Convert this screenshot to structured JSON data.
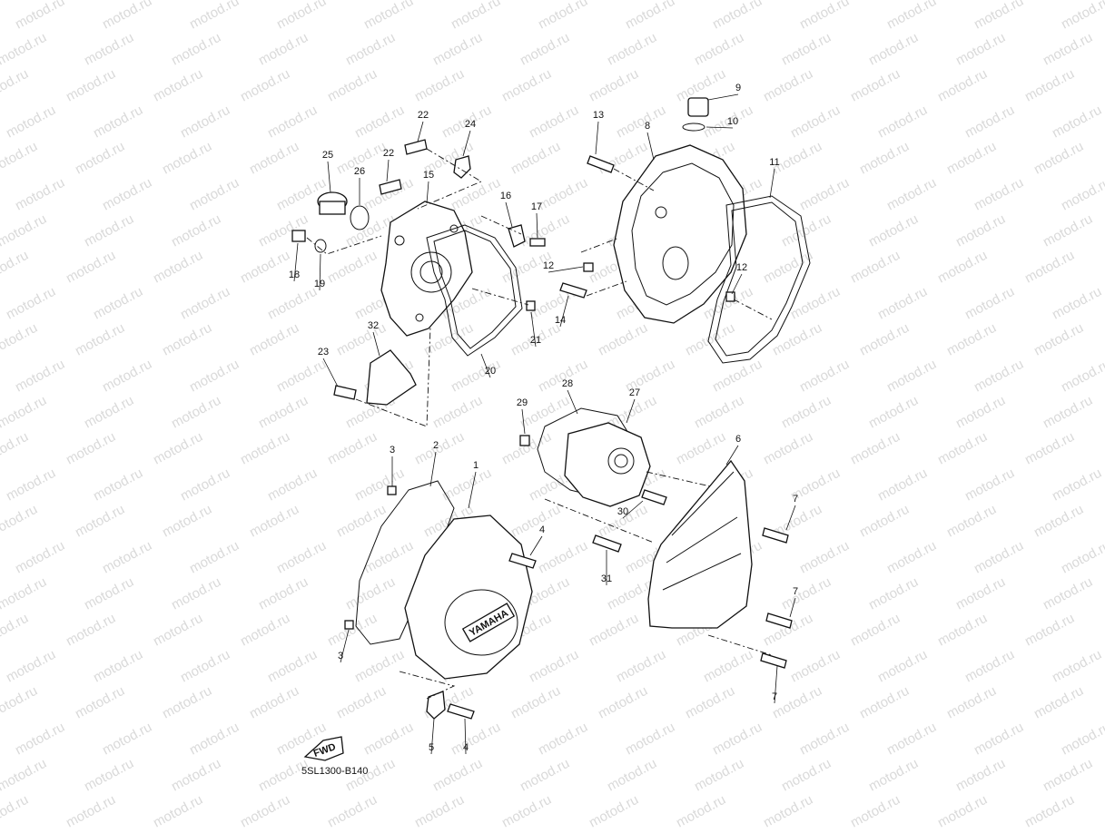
{
  "watermark": {
    "text": "motod.ru"
  },
  "diagram_code": "5SL1300-B140",
  "fwd_badge": {
    "text": "FWD"
  },
  "brand_mark": {
    "text": "YAMAHA"
  },
  "callouts": [
    {
      "id": "c1",
      "label": "1"
    },
    {
      "id": "c2",
      "label": "2"
    },
    {
      "id": "c3a",
      "label": "3"
    },
    {
      "id": "c3b",
      "label": "3"
    },
    {
      "id": "c4a",
      "label": "4"
    },
    {
      "id": "c4b",
      "label": "4"
    },
    {
      "id": "c5",
      "label": "5"
    },
    {
      "id": "c6",
      "label": "6"
    },
    {
      "id": "c7a",
      "label": "7"
    },
    {
      "id": "c7b",
      "label": "7"
    },
    {
      "id": "c7c",
      "label": "7"
    },
    {
      "id": "c8",
      "label": "8"
    },
    {
      "id": "c9",
      "label": "9"
    },
    {
      "id": "c10",
      "label": "10"
    },
    {
      "id": "c11",
      "label": "11"
    },
    {
      "id": "c12a",
      "label": "12"
    },
    {
      "id": "c12b",
      "label": "12"
    },
    {
      "id": "c13",
      "label": "13"
    },
    {
      "id": "c14",
      "label": "14"
    },
    {
      "id": "c15",
      "label": "15"
    },
    {
      "id": "c16",
      "label": "16"
    },
    {
      "id": "c17",
      "label": "17"
    },
    {
      "id": "c18",
      "label": "18"
    },
    {
      "id": "c19",
      "label": "19"
    },
    {
      "id": "c20",
      "label": "20"
    },
    {
      "id": "c21",
      "label": "21"
    },
    {
      "id": "c22a",
      "label": "22"
    },
    {
      "id": "c22b",
      "label": "22"
    },
    {
      "id": "c23",
      "label": "23"
    },
    {
      "id": "c24",
      "label": "24"
    },
    {
      "id": "c25",
      "label": "25"
    },
    {
      "id": "c26",
      "label": "26"
    },
    {
      "id": "c27",
      "label": "27"
    },
    {
      "id": "c28",
      "label": "28"
    },
    {
      "id": "c29",
      "label": "29"
    },
    {
      "id": "c30",
      "label": "30"
    },
    {
      "id": "c31",
      "label": "31"
    },
    {
      "id": "c32",
      "label": "32"
    }
  ]
}
